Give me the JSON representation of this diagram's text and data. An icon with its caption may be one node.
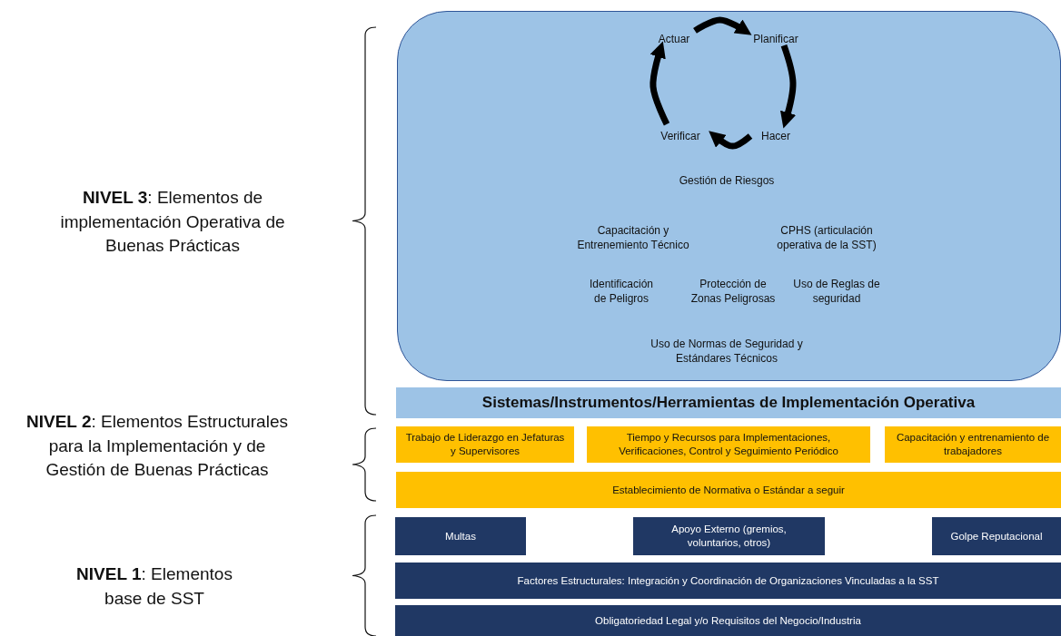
{
  "diagram": {
    "nodes": [
      {
        "text": [],
        "shape": "box"
      },
      {
        "text": [
          "Actuar"
        ],
        "in": 0
      },
      {
        "text": [
          "Planificar"
        ],
        "in": 0
      },
      {
        "text": [
          "Verificar"
        ],
        "in": 0
      },
      {
        "text": [
          "Hacer"
        ],
        "in": 0
      },
      {
        "text": [
          "Gestión de Riesgos"
        ],
        "in": 0
      },
      {
        "text": [
          "Capacitación y Entrenemiento Técnico"
        ],
        "in": 0
      },
      {
        "text": [
          "CPHS (articulación operativa de la SST)"
        ],
        "in": 0
      },
      {
        "text": [
          "Identificación de Peligros"
        ],
        "in": 0
      },
      {
        "text": [
          "Protección de Zonas Peligrosas"
        ],
        "in": 0
      },
      {
        "text": [
          "Uso de Reglas de seguridad"
        ],
        "in": 0
      },
      {
        "text": [
          "Uso de Normas de Seguridad y Estándares Técnicos"
        ],
        "in": 0
      },
      {
        "text": [
          "Sistemas/Instrumentos/Herramientas de Implementación Operativa"
        ]
      },
      {
        "text": [
          "Trabajo de Liderazgo en Jefaturas y Supervisores"
        ]
      },
      {
        "text": [
          "Tiempo y Recursos para Implementaciones, Verificaciones, Control y Seguimiento Periódico"
        ]
      },
      {
        "text": [
          "Capacitación y entrenamiento de trabajadores"
        ]
      },
      {
        "text": [
          "Establecimiento de Normativa o Estándar a seguir"
        ]
      },
      {
        "text": [
          "Multas"
        ]
      },
      {
        "text": [
          "Apoyo Externo (gremios, voluntarios, otros)"
        ]
      },
      {
        "text": [
          "Golpe Reputacional"
        ]
      },
      {
        "text": [
          "Factores Estructurales: Integración y Coordinación de Organizaciones Vinculadas a la SST"
        ]
      },
      {
        "text": [
          "Obligatoriedad Legal y/o Requisitos del Negocio/Industria"
        ]
      }
    ],
    "edges": [
      {
        "from": 1,
        "to": 2,
        "arrow": "to"
      },
      {
        "from": 2,
        "to": 4,
        "arrow": "to"
      },
      {
        "from": 4,
        "to": 3,
        "arrow": "to"
      },
      {
        "from": 3,
        "to": 1,
        "arrow": "to"
      }
    ],
    "labels": [
      "**NIVEL 3**: Elementos de implementación Operativa de Buenas Prácticas",
      "**NIVEL 2**: Elementos Estructurales para la Implementación y  de Gestión de Buenas Prácticas",
      "**NIVEL 1**: Elementos base de SST"
    ]
  }
}
